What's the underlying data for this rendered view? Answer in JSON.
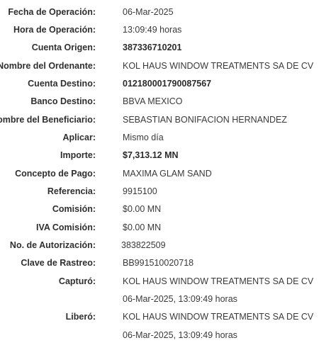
{
  "rows": [
    {
      "label": "Fecha de Operación:",
      "value": "06-Mar-2025"
    },
    {
      "label": "Hora de Operación:",
      "value": "13:09:49 horas"
    },
    {
      "label": "Cuenta Origen:",
      "value": "387336710201"
    },
    {
      "label": "Nombre del Ordenante:",
      "value": "KOL HAUS WINDOW TREATMENTS SA DE CV"
    },
    {
      "label": "Cuenta Destino:",
      "value": "012180001790087567"
    },
    {
      "label": "Banco Destino:",
      "value": "BBVA MEXICO"
    },
    {
      "label": "Nombre del Beneficiario:",
      "value": "SEBASTIAN BONIFACION HERNANDEZ"
    },
    {
      "label": "Aplicar:",
      "value": "Mismo día"
    },
    {
      "label": "Importe:",
      "value": "$7,313.12 MN"
    },
    {
      "label": "Concepto de Pago:",
      "value": "MAXIMA GLAM SAND"
    },
    {
      "label": "Referencia:",
      "value": "9915100"
    },
    {
      "label": "Comisión:",
      "value": "$0.00 MN"
    },
    {
      "label": "IVA Comisión:",
      "value": "$0.00 MN"
    },
    {
      "label": "No. de Autorización:",
      "value": "383822509"
    },
    {
      "label": "Clave de Rastreo:",
      "value": "BB991510020718"
    },
    {
      "label": "Capturó:",
      "value": "KOL HAUS WINDOW TREATMENTS SA DE CV"
    },
    {
      "label": "",
      "value": "06-Mar-2025, 13:09:49 horas"
    },
    {
      "label": "Liberó:",
      "value": "KOL HAUS WINDOW TREATMENTS SA DE CV"
    },
    {
      "label": "",
      "value": "06-Mar-2025, 13:09:49 horas"
    }
  ]
}
